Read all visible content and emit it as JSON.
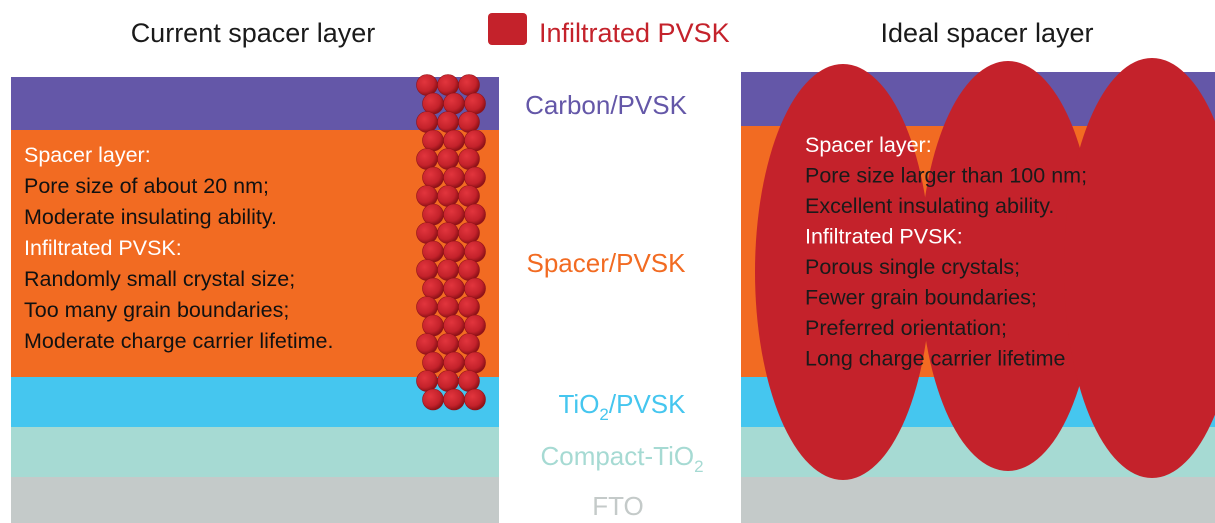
{
  "headers": {
    "left": "Current spacer layer",
    "legend": "Infiltrated PVSK",
    "right": "Ideal spacer layer"
  },
  "layers": {
    "carbon": "Carbon/PVSK",
    "spacer": "Spacer/PVSK",
    "tio2_main": "TiO",
    "tio2_sub": "2",
    "tio2_rest": "/PVSK",
    "compact_main": "Compact-TiO",
    "compact_sub": "2",
    "fto": "FTO"
  },
  "left_text": [
    "Spacer layer:",
    "Pore size of about 20 nm;",
    "Moderate insulating ability.",
    "Infiltrated PVSK:",
    "Randomly small crystal size;",
    "Too many grain boundaries;",
    "Moderate charge carrier lifetime."
  ],
  "right_text": [
    "Spacer layer:",
    "Pore size larger than 100 nm;",
    "Excellent insulating ability.",
    "Infiltrated PVSK:",
    "Porous single crystals;",
    "Fewer grain boundaries;",
    "Preferred orientation;",
    "Long charge carrier lifetime"
  ],
  "colors": {
    "carbon": "#6457a8",
    "spacer": "#f26b22",
    "tio2": "#45c6ef",
    "compact": "#a6dad3",
    "fto": "#c4cac9",
    "pvsk": "#c4222b",
    "pvsk_dark": "#9b151c",
    "carbon_label": "#6457a8",
    "spacer_label": "#f26b22",
    "tio2_label": "#45c6ef",
    "compact_label": "#a6dad3",
    "fto_label": "#c4cac9"
  }
}
